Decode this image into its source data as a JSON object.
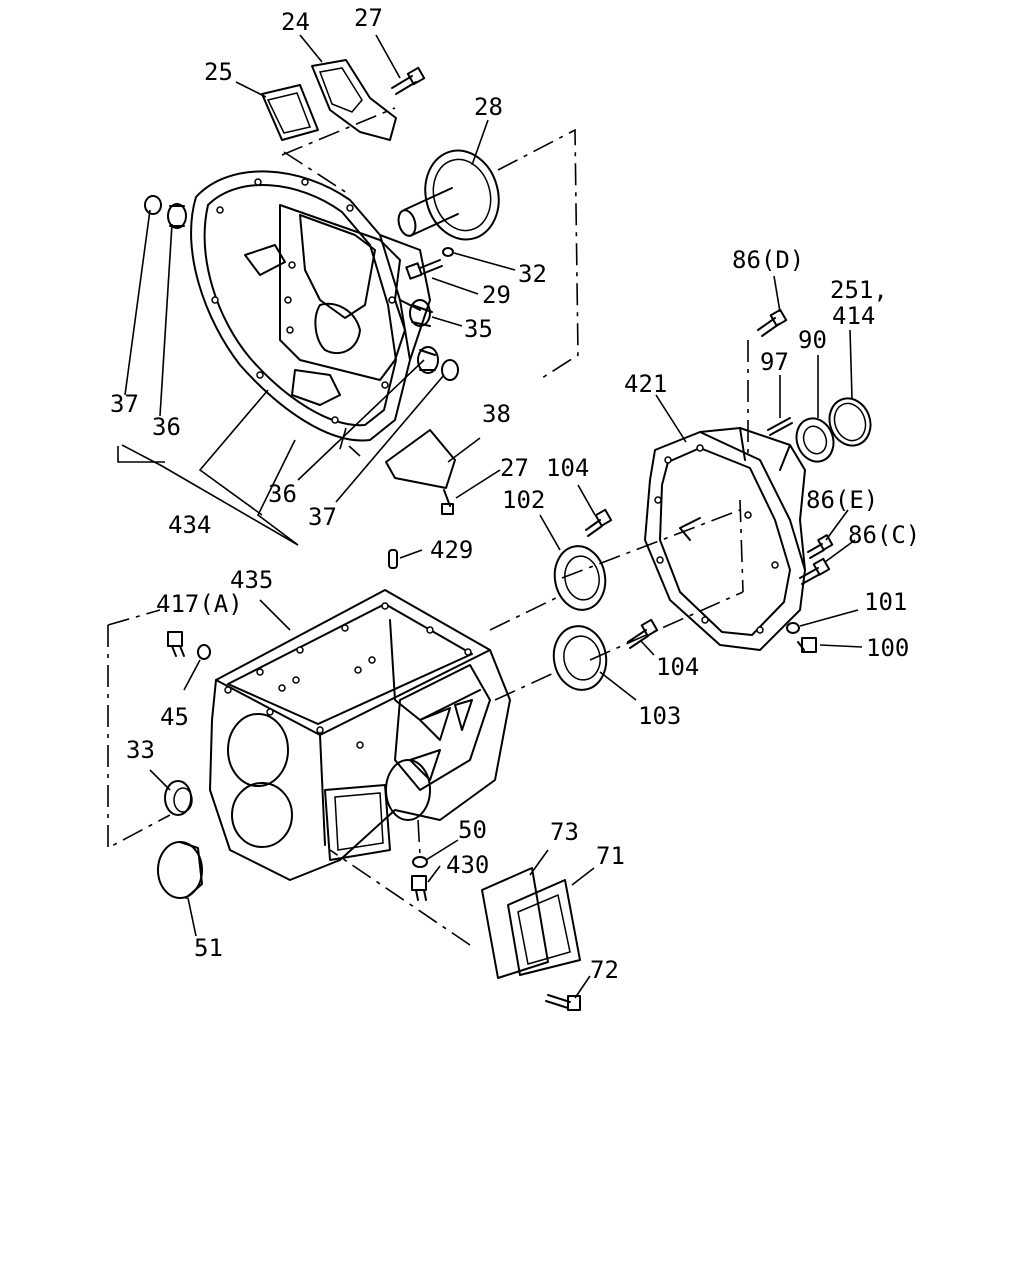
{
  "callouts": [
    {
      "id": "c24",
      "text": "24"
    },
    {
      "id": "c27a",
      "text": "27"
    },
    {
      "id": "c25",
      "text": "25"
    },
    {
      "id": "c28",
      "text": "28"
    },
    {
      "id": "c32",
      "text": "32"
    },
    {
      "id": "c29",
      "text": "29"
    },
    {
      "id": "c35",
      "text": "35"
    },
    {
      "id": "c37a",
      "text": "37"
    },
    {
      "id": "c36a",
      "text": "36"
    },
    {
      "id": "c38",
      "text": "38"
    },
    {
      "id": "c27b",
      "text": "27"
    },
    {
      "id": "c36b",
      "text": "36"
    },
    {
      "id": "c37b",
      "text": "37"
    },
    {
      "id": "c434",
      "text": "434"
    },
    {
      "id": "c86d",
      "text": "86(D)"
    },
    {
      "id": "c251",
      "text": "251,"
    },
    {
      "id": "c414",
      "text": "414"
    },
    {
      "id": "c97",
      "text": "97"
    },
    {
      "id": "c90",
      "text": "90"
    },
    {
      "id": "c421",
      "text": "421"
    },
    {
      "id": "c104a",
      "text": "104"
    },
    {
      "id": "c102",
      "text": "102"
    },
    {
      "id": "c86e",
      "text": "86(E)"
    },
    {
      "id": "c86c",
      "text": "86(C)"
    },
    {
      "id": "c429",
      "text": "429"
    },
    {
      "id": "c435",
      "text": "435"
    },
    {
      "id": "c417",
      "text": "417(A)"
    },
    {
      "id": "c101",
      "text": "101"
    },
    {
      "id": "c100",
      "text": "100"
    },
    {
      "id": "c104b",
      "text": "104"
    },
    {
      "id": "c45",
      "text": "45"
    },
    {
      "id": "c103",
      "text": "103"
    },
    {
      "id": "c33",
      "text": "33"
    },
    {
      "id": "c50",
      "text": "50"
    },
    {
      "id": "c73",
      "text": "73"
    },
    {
      "id": "c71",
      "text": "71"
    },
    {
      "id": "c430",
      "text": "430"
    },
    {
      "id": "c72",
      "text": "72"
    },
    {
      "id": "c51",
      "text": "51"
    }
  ]
}
